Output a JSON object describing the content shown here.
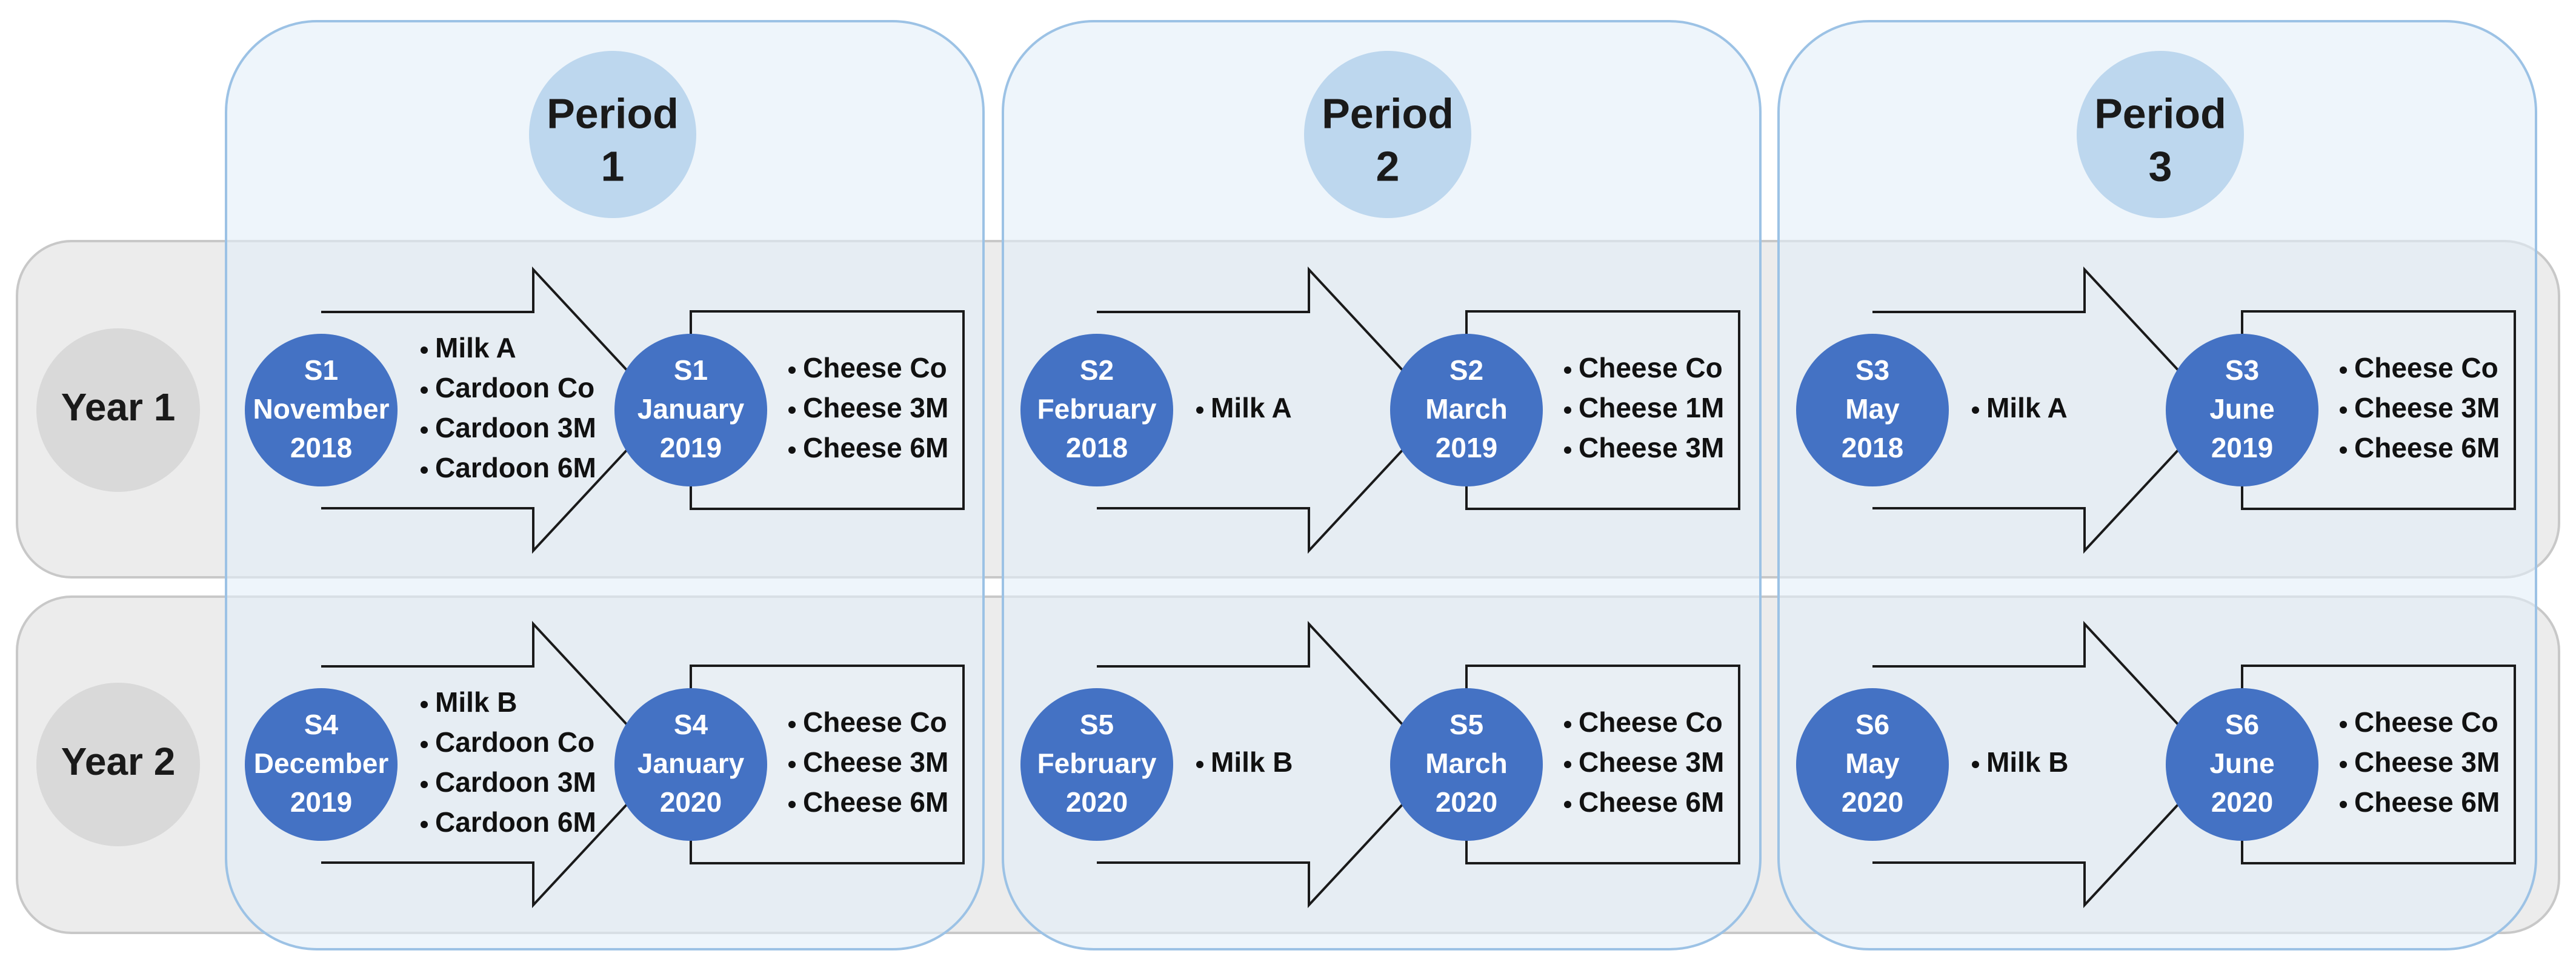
{
  "periods": [
    {
      "line1": "Period",
      "line2": "1"
    },
    {
      "line1": "Period",
      "line2": "2"
    },
    {
      "line1": "Period",
      "line2": "3"
    }
  ],
  "years": [
    "Year 1",
    "Year 2"
  ],
  "cells": [
    [
      {
        "from": {
          "study": "S1",
          "month": "November",
          "year": "2018"
        },
        "from_items": [
          "Milk A",
          "Cardoon Co",
          "Cardoon 3M",
          "Cardoon 6M"
        ],
        "to": {
          "study": "S1",
          "month": "January",
          "year": "2019"
        },
        "to_items": [
          "Cheese Co",
          "Cheese 3M",
          "Cheese 6M"
        ]
      },
      {
        "from": {
          "study": "S2",
          "month": "February",
          "year": "2018"
        },
        "from_items": [
          "Milk A"
        ],
        "to": {
          "study": "S2",
          "month": "March",
          "year": "2019"
        },
        "to_items": [
          "Cheese Co",
          "Cheese 1M",
          "Cheese 3M"
        ]
      },
      {
        "from": {
          "study": "S3",
          "month": "May",
          "year": "2018"
        },
        "from_items": [
          "Milk A"
        ],
        "to": {
          "study": "S3",
          "month": "June",
          "year": "2019"
        },
        "to_items": [
          "Cheese Co",
          "Cheese 3M",
          "Cheese 6M"
        ]
      }
    ],
    [
      {
        "from": {
          "study": "S4",
          "month": "December",
          "year": "2019"
        },
        "from_items": [
          "Milk B",
          "Cardoon Co",
          "Cardoon 3M",
          "Cardoon 6M"
        ],
        "to": {
          "study": "S4",
          "month": "January",
          "year": "2020"
        },
        "to_items": [
          "Cheese Co",
          "Cheese 3M",
          "Cheese 6M"
        ]
      },
      {
        "from": {
          "study": "S5",
          "month": "February",
          "year": "2020"
        },
        "from_items": [
          "Milk B"
        ],
        "to": {
          "study": "S5",
          "month": "March",
          "year": "2020"
        },
        "to_items": [
          "Cheese Co",
          "Cheese 3M",
          "Cheese 6M"
        ]
      },
      {
        "from": {
          "study": "S6",
          "month": "May",
          "year": "2020"
        },
        "from_items": [
          "Milk B"
        ],
        "to": {
          "study": "S6",
          "month": "June",
          "year": "2020"
        },
        "to_items": [
          "Cheese Co",
          "Cheese 3M",
          "Cheese 6M"
        ]
      }
    ]
  ],
  "colors": {
    "period_panel_fill": "#e3eef9",
    "period_panel_stroke": "#9cc2e5",
    "period_circle": "#bdd7ee",
    "year_band_fill": "#ececec",
    "year_band_stroke": "#c8c8c8",
    "year_circle": "#d9d9d9",
    "node_circle": "#4472c4",
    "outline": "#1a1a1a"
  }
}
